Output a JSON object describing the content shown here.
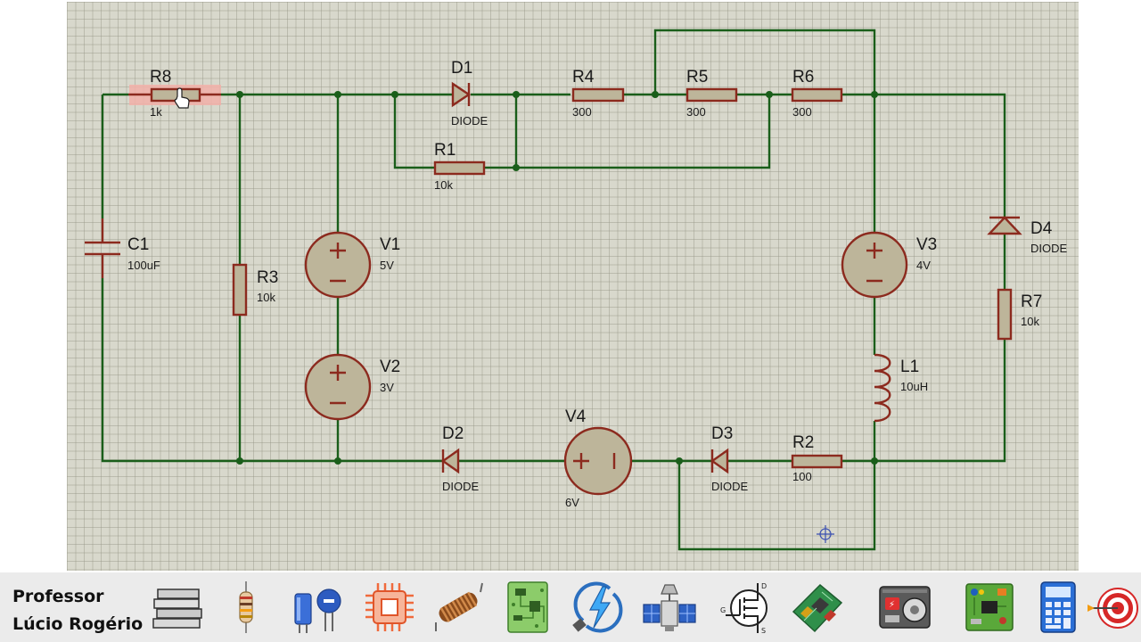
{
  "schematic": {
    "components": {
      "R8": {
        "ref": "R8",
        "value": "1k"
      },
      "D1": {
        "ref": "D1",
        "value": "DIODE"
      },
      "R4": {
        "ref": "R4",
        "value": "300"
      },
      "R5": {
        "ref": "R5",
        "value": "300"
      },
      "R6": {
        "ref": "R6",
        "value": "300"
      },
      "R1": {
        "ref": "R1",
        "value": "10k"
      },
      "C1": {
        "ref": "C1",
        "value": "100uF"
      },
      "R3": {
        "ref": "R3",
        "value": "10k"
      },
      "V1": {
        "ref": "V1",
        "value": "5V"
      },
      "V2": {
        "ref": "V2",
        "value": "3V"
      },
      "V3": {
        "ref": "V3",
        "value": "4V"
      },
      "D4": {
        "ref": "D4",
        "value": "DIODE"
      },
      "R7": {
        "ref": "R7",
        "value": "10k"
      },
      "L1": {
        "ref": "L1",
        "value": "10uH"
      },
      "D2": {
        "ref": "D2",
        "value": "DIODE"
      },
      "V4": {
        "ref": "V4",
        "value": "6V"
      },
      "D3": {
        "ref": "D3",
        "value": "DIODE"
      },
      "R2": {
        "ref": "R2",
        "value": "100"
      }
    },
    "selected_component": "R8",
    "colors": {
      "wire": "#1a5e1a",
      "component_outline": "#8c2a1e",
      "component_fill": "#bdb59a",
      "grid_background": "#d8d8cc",
      "selection_highlight": "#f2b0a8"
    }
  },
  "footer": {
    "brand_line1": "Professor",
    "brand_line2": "Lúcio Rogério",
    "icons": [
      "books-icon",
      "resistor-icon",
      "capacitors-icon",
      "chip-icon",
      "inductor-icon",
      "pcb-board-icon",
      "energy-icon",
      "satellite-icon",
      "mosfet-icon",
      "motherboard-icon",
      "power-supply-icon",
      "circuit-board-icon",
      "calculator-icon",
      "target-icon"
    ]
  }
}
